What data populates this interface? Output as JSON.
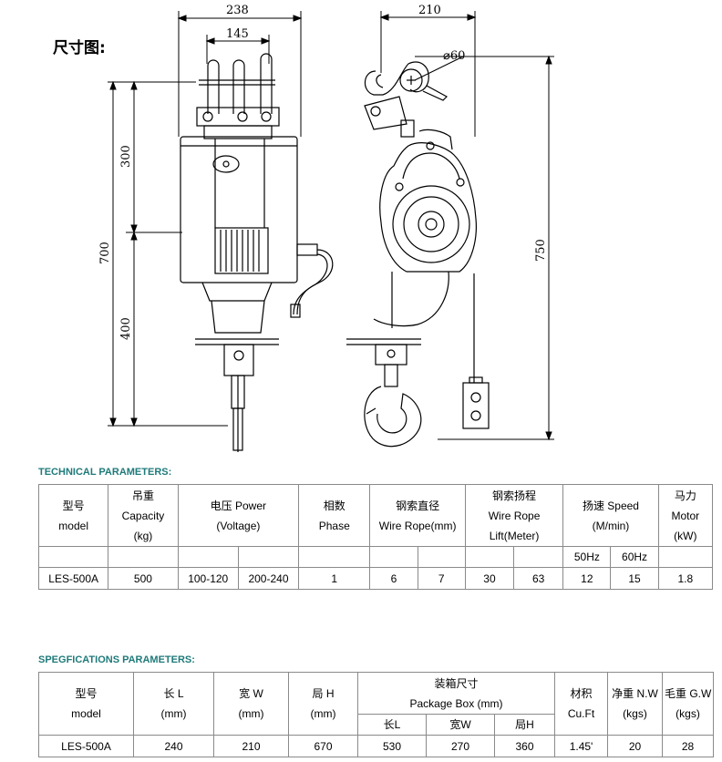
{
  "drawing": {
    "size_title": "尺寸图:",
    "dims": {
      "front_width": "238",
      "front_inner_width": "145",
      "upper_height": "300",
      "total_height": "700",
      "lower_height": "400",
      "side_width": "210",
      "hook_diameter": "⌀60",
      "side_height": "750"
    }
  },
  "technical": {
    "title": "TECHNICAL PARAMETERS:",
    "headers": {
      "model": [
        "型号",
        "model"
      ],
      "capacity": [
        "吊重",
        "Capacity",
        "(kg)"
      ],
      "power": [
        "电压 Power",
        "(Voltage)"
      ],
      "phase": [
        "相数",
        "Phase"
      ],
      "wire_rope": [
        "钢索直径",
        "Wire Rope(mm)"
      ],
      "lift": [
        "钢索扬程",
        "Wire Rope",
        "Lift(Meter)"
      ],
      "speed": [
        "扬速 Speed",
        "(M/min)"
      ],
      "motor": [
        "马力",
        "Motor",
        "(kW)"
      ]
    },
    "speed_sub": [
      "50Hz",
      "60Hz"
    ],
    "row": [
      "LES-500A",
      "500",
      "100-120",
      "200-240",
      "1",
      "6",
      "7",
      "30",
      "63",
      "12",
      "15",
      "1.8"
    ]
  },
  "specs": {
    "title": "SPEGFICATIONS PARAMETERS:",
    "headers": {
      "model": [
        "型号",
        "model"
      ],
      "length": [
        "长 L",
        "(mm)"
      ],
      "width": [
        "宽 W",
        "(mm)"
      ],
      "height": [
        "局 H",
        "(mm)"
      ],
      "package": [
        "装箱尺寸",
        "Package Box (mm)"
      ],
      "volume": [
        "材积",
        "Cu.Ft"
      ],
      "net": [
        "净重 N.W",
        "(kgs)"
      ],
      "gross": [
        "毛重 G.W",
        "(kgs)"
      ]
    },
    "package_sub": [
      "长L",
      "宽W",
      "局H"
    ],
    "row": [
      "LES-500A",
      "240",
      "210",
      "670",
      "530",
      "270",
      "360",
      "1.45'",
      "20",
      "28"
    ]
  }
}
